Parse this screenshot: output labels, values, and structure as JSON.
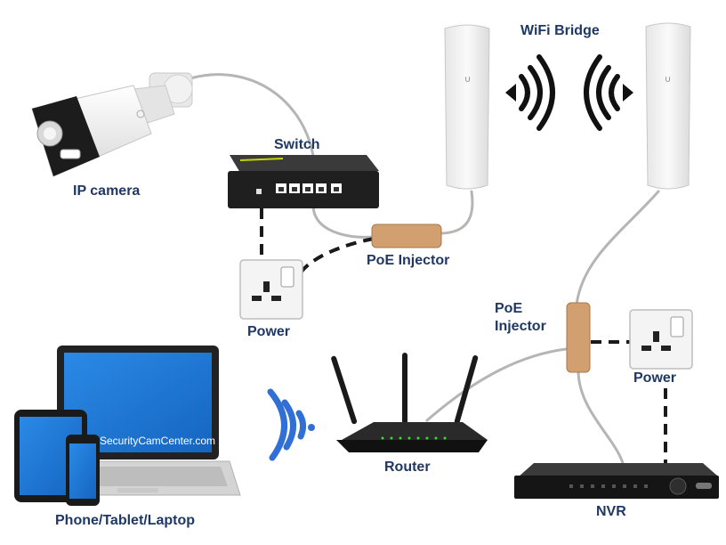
{
  "labels": {
    "ip_camera": "IP camera",
    "switch": "Switch",
    "wifi_bridge": "WiFi Bridge",
    "poe_injector_top": "PoE Injector",
    "power_top": "Power",
    "poe_injector_right_line1": "PoE",
    "poe_injector_right_line2": "Injector",
    "power_right": "Power",
    "router": "Router",
    "nvr": "NVR",
    "devices": "Phone/Tablet/Laptop"
  },
  "watermark": "SecurityCamCenter.com",
  "colors": {
    "label_text": "#1f3864",
    "cable": "#b0b0b0",
    "power_cable": "#222222",
    "poe_injector": "#d2a070",
    "wifi_waves_bridge": "#111111",
    "wifi_waves_devices": "#2f6fd6",
    "screen": "#1f7ad6"
  },
  "icons": [
    "ip-camera-icon",
    "switch-icon",
    "wifi-bridge-icon",
    "poe-injector-icon",
    "power-outlet-icon",
    "router-icon",
    "nvr-icon",
    "laptop-icon",
    "tablet-icon",
    "phone-icon",
    "wifi-waves-icon"
  ]
}
